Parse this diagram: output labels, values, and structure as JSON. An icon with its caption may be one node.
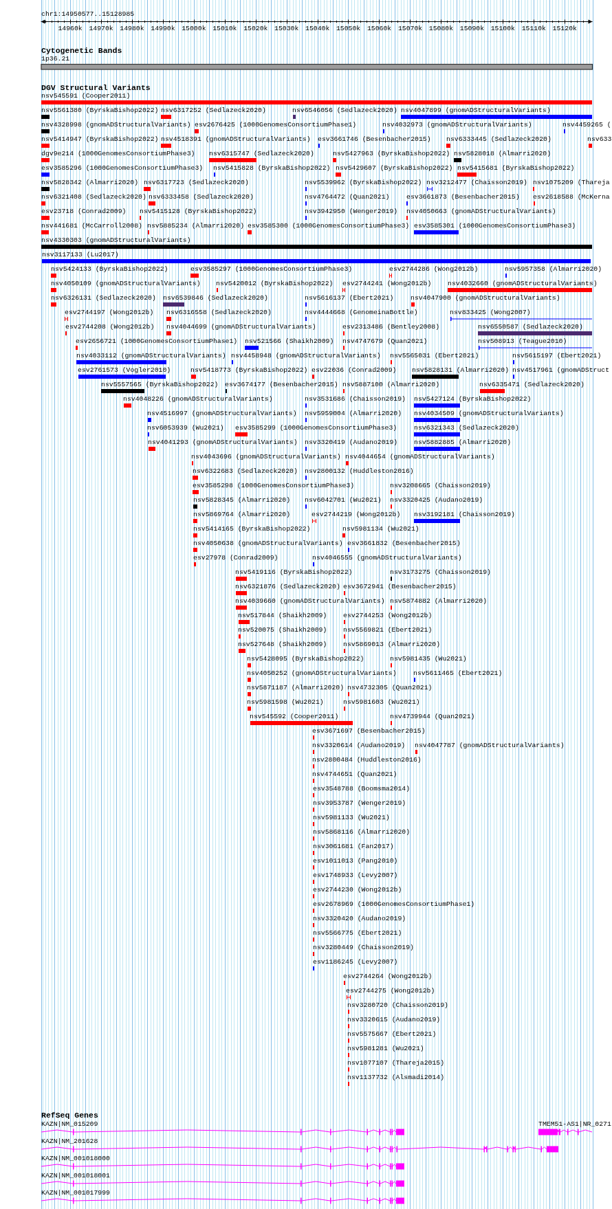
{
  "diagram": {
    "labels": [
      "chr1:14950577..15128985",
      "14960k",
      "14970k",
      "14980k",
      "14990k",
      "15000k",
      "15010k",
      "15020k",
      "15030k",
      "15040k",
      "15050k",
      "15060k",
      "15070k",
      "15080k",
      "15090k",
      "15100k",
      "15110k",
      "15120k",
      "Cytogenetic Bands",
      "1p36.21",
      "DGV Structural Variants",
      "nsv545591 (Cooper2011)",
      "nsv5561380 (ByrskaBishop2022)",
      "nsv6317252 (Sedlazeck2020)",
      "nsv6546056 (Sedlazeck2020)",
      "nsv4047899 (gnomADStructuralVariants)",
      "nsv4328998 (gnomADStructuralVariants)",
      "esv2676425 (1000GenomesConsortiumPhase1)",
      "nsv4032973 (gnomADStructuralVariants)",
      "nsv4459265 (",
      "nsv5414947 (ByrskaBishop2022)",
      "nsv4518391 (gnomADStructuralVariants)",
      "esv3661746 (Besenbacher2015)",
      "nsv6333445 (Sedlazeck2020)",
      "nsv633",
      "dgv9e214 (1000GenomesConsortiumPhase3)",
      "nsv6315747 (Sedlazeck2020)",
      "nsv5427963 (ByrskaBishop2022)",
      "nsv5828018 (Almarri2020)",
      "esv3585296 (1000GenomesConsortiumPhase3)",
      "nsv5415828 (ByrskaBishop2022)",
      "nsv5429607 (ByrskaBishop2022)",
      "nsv5415681 (ByrskaBishop2022)",
      "nsv5828342 (Almarri2020)",
      "nsv6317723 (Sedlazeck2020)",
      "nsv5539962 (ByrskaBishop2022)",
      "nsv3212477 (Chaisson2019)",
      "nsv1075209 (Thareja",
      "nsv6321408 (Sedlazeck2020)",
      "nsv6333458 (Sedlazeck2020)",
      "nsv4764472 (Quan2021)",
      "esv3661873 (Besenbacher2015)",
      "esv2618588 (McKerna",
      "esv23718 (Conrad2009)",
      "nsv5415128 (ByrskaBishop2022)",
      "nsv3942950 (Wenger2019)",
      "nsv4050663 (gnomADStructuralVariants)",
      "nsv441681 (McCarroll2008)",
      "nsv5885234 (Almarri2020)",
      "esv3585300 (1000GenomesConsortiumPhase3)",
      "esv3585301 (1000GenomesConsortiumPhase3)",
      "nsv4330303 (gnomADStructuralVariants)",
      "nsv3117133 (Lu2017)",
      "nsv5424133 (ByrskaBishop2022)",
      "esv3585297 (1000GenomesConsortiumPhase3)",
      "esv2744286 (Wong2012b)",
      "nsv5957358 (Almarri2020)",
      "nsv4050109 (gnomADStructuralVariants)",
      "nsv5420012 (ByrskaBishop2022)",
      "esv2744241 (Wong2012b)",
      "nsv4032660 (gnomADStructuralVariants)",
      "nsv6326131 (Sedlazeck2020)",
      "nsv6539846 (Sedlazeck2020)",
      "nsv5616137 (Ebert2021)",
      "nsv4047900 (gnomADStructuralVariants)",
      "esv2744197 (Wong2012b)",
      "nsv6316558 (Sedlazeck2020)",
      "nsv4444668 (GenomeinaBottle)",
      "nsv833425 (Wong2007)",
      "esv2744208 (Wong2012b)",
      "nsv4044699 (gnomADStructuralVariants)",
      "esv2313486 (Bentley2008)",
      "nsv6550587 (Sedlazeck2020)",
      "esv2656721 (1000GenomesConsortiumPhase1)",
      "nsv521566 (Shaikh2009)",
      "nsv4747679 (Quan2021)",
      "nsv508913 (Teague2010)",
      "nsv4033112 (gnomADStructuralVariants)",
      "nsv4458948 (gnomADStructuralVariants)",
      "nsv5565031 (Ebert2021)",
      "nsv5615197 (Ebert2021)",
      "esv2761573 (Vogler2010)",
      "nsv5418773 (ByrskaBishop2022)",
      "esv22036 (Conrad2009)",
      "nsv5828131 (Almarri2020)",
      "nsv4517961 (gnomADStruct",
      "nsv5557565 (ByrskaBishop2022)",
      "esv3674177 (Besenbacher2015)",
      "nsv5887100 (Almarri2020)",
      "nsv6335471 (Sedlazeck2020)",
      "nsv4048226 (gnomADStructuralVariants)",
      "nsv3531686 (Chaisson2019)",
      "nsv5427124 (ByrskaBishop2022)",
      "nsv4516997 (gnomADStructuralVariants)",
      "nsv5959004 (Almarri2020)",
      "nsv4034509 (gnomADStructuralVariants)",
      "nsv6053939 (Wu2021)",
      "esv3585299 (1000GenomesConsortiumPhase3)",
      "nsv6321343 (Sedlazeck2020)",
      "nsv4041293 (gnomADStructuralVariants)",
      "nsv3320419 (Audano2019)",
      "nsv5882885 (Almarri2020)",
      "nsv4043696 (gnomADStructuralVariants)",
      "nsv4044654 (gnomADStructuralVariants)",
      "nsv6322683 (Sedlazeck2020)",
      "nsv2800132 (Huddleston2016)",
      "esv3585298 (1000GenomesConsortiumPhase3)",
      "nsv3208665 (Chaisson2019)",
      "nsv5828345 (Almarri2020)",
      "nsv6042701 (Wu2021)",
      "nsv3320425 (Audano2019)",
      "nsv5869764 (Almarri2020)",
      "esv2744219 (Wong2012b)",
      "nsv3192181 (Chaisson2019)",
      "nsv5414165 (ByrskaBishop2022)",
      "nsv5981134 (Wu2021)",
      "nsv4050638 (gnomADStructuralVariants)",
      "esv3661832 (Besenbacher2015)",
      "esv27978 (Conrad2009)",
      "nsv4046555 (gnomADStructuralVariants)",
      "nsv5419116 (ByrskaBishop2022)",
      "nsv3173275 (Chaisson2019)",
      "nsv6321876 (Sedlazeck2020)",
      "esv3672941 (Besenbacher2015)",
      "nsv4039660 (gnomADStructuralVariants)",
      "nsv5874882 (Almarri2020)",
      "nsv517844 (Shaikh2009)",
      "esv2744253 (Wong2012b)",
      "nsv520075 (Shaikh2009)",
      "nsv5569821 (Ebert2021)",
      "nsv527648 (Shaikh2009)",
      "nsv5869013 (Almarri2020)",
      "nsv5428095 (ByrskaBishop2022)",
      "nsv5981435 (Wu2021)",
      "nsv4050252 (gnomADStructuralVariants)",
      "nsv5611465 (Ebert2021)",
      "nsv5871187 (Almarri2020)",
      "nsv4732305 (Quan2021)",
      "nsv5981598 (Wu2021)",
      "nsv5981603 (Wu2021)",
      "nsv545592 (Cooper2011)",
      "nsv4739944 (Quan2021)",
      "esv3671697 (Besenbacher2015)",
      "nsv3320614 (Audano2019)",
      "nsv4047787 (gnomADStructuralVariants)",
      "nsv2800484 (Huddleston2016)",
      "nsv4744651 (Quan2021)",
      "esv3548788 (Boomsma2014)",
      "nsv3953787 (Wenger2019)",
      "nsv5981133 (Wu2021)",
      "nsv5868116 (Almarri2020)",
      "nsv3061681 (Fan2017)",
      "esv1011013 (Pang2010)",
      "esv1748933 (Levy2007)",
      "esv2744230 (Wong2012b)",
      "esv2678969 (1000GenomesConsortiumPhase1)",
      "nsv3320420 (Audano2019)",
      "nsv5566775 (Ebert2021)",
      "nsv3280449 (Chaisson2019)",
      "esv1186245 (Levy2007)",
      "esv2744264 (Wong2012b)",
      "esv2744275 (Wong2012b)",
      "nsv3280720 (Chaisson2019)",
      "nsv3320615 (Audano2019)",
      "nsv5575667 (Ebert2021)",
      "nsv5981281 (Wu2021)",
      "nsv1077107 (Thareja2015)",
      "nsv1137732 (Alsmadi2014)",
      "RefSeq Genes",
      "KAZN|NM_015209",
      "TMEM51-AS1|NR_0271",
      "KAZN|NM_201628",
      "KAZN|NM_001018000",
      "KAZN|NM_001018001",
      "KAZN|NM_001017999"
    ]
  }
}
